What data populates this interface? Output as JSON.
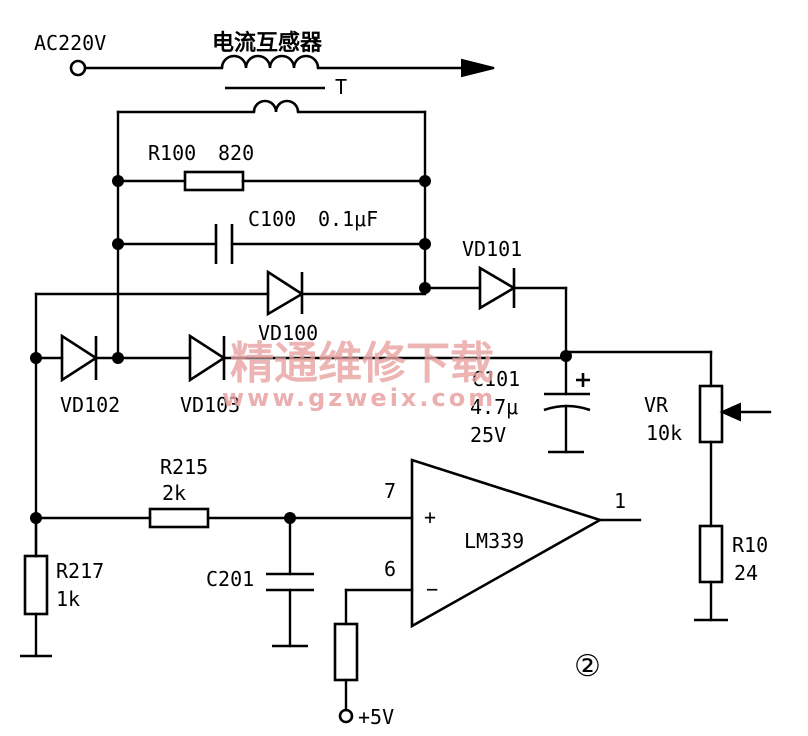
{
  "diagram": {
    "source_label": "AC220V",
    "transformer_label": "电流互感器",
    "transformer_ref": "T",
    "components": {
      "r100": {
        "ref": "R100",
        "value": "820"
      },
      "c100": {
        "ref": "C100",
        "value": "0.1μF"
      },
      "vd101": {
        "ref": "VD101"
      },
      "vd100": {
        "ref": "VD100"
      },
      "vd102": {
        "ref": "VD102"
      },
      "vd103": {
        "ref": "VD103"
      },
      "c101": {
        "ref": "C101",
        "value": "4.7μ",
        "voltage": "25V"
      },
      "vr": {
        "ref": "VR",
        "value": "10k"
      },
      "r10": {
        "ref": "R10",
        "value": "24"
      },
      "r215": {
        "ref": "R215",
        "value": "2k"
      },
      "r217": {
        "ref": "R217",
        "value": "1k"
      },
      "c201": {
        "ref": "C201"
      },
      "lm339": {
        "ref": "LM339",
        "pin_plus": "7",
        "pin_minus": "6",
        "pin_out": "1",
        "plus_sign": "+",
        "minus_sign": "−"
      }
    },
    "supply_label": "+5V",
    "figure_number": "②"
  },
  "watermark": {
    "text": "精通维修下载",
    "url": "www.gzweix.com",
    "color": "#e9a2a2"
  }
}
